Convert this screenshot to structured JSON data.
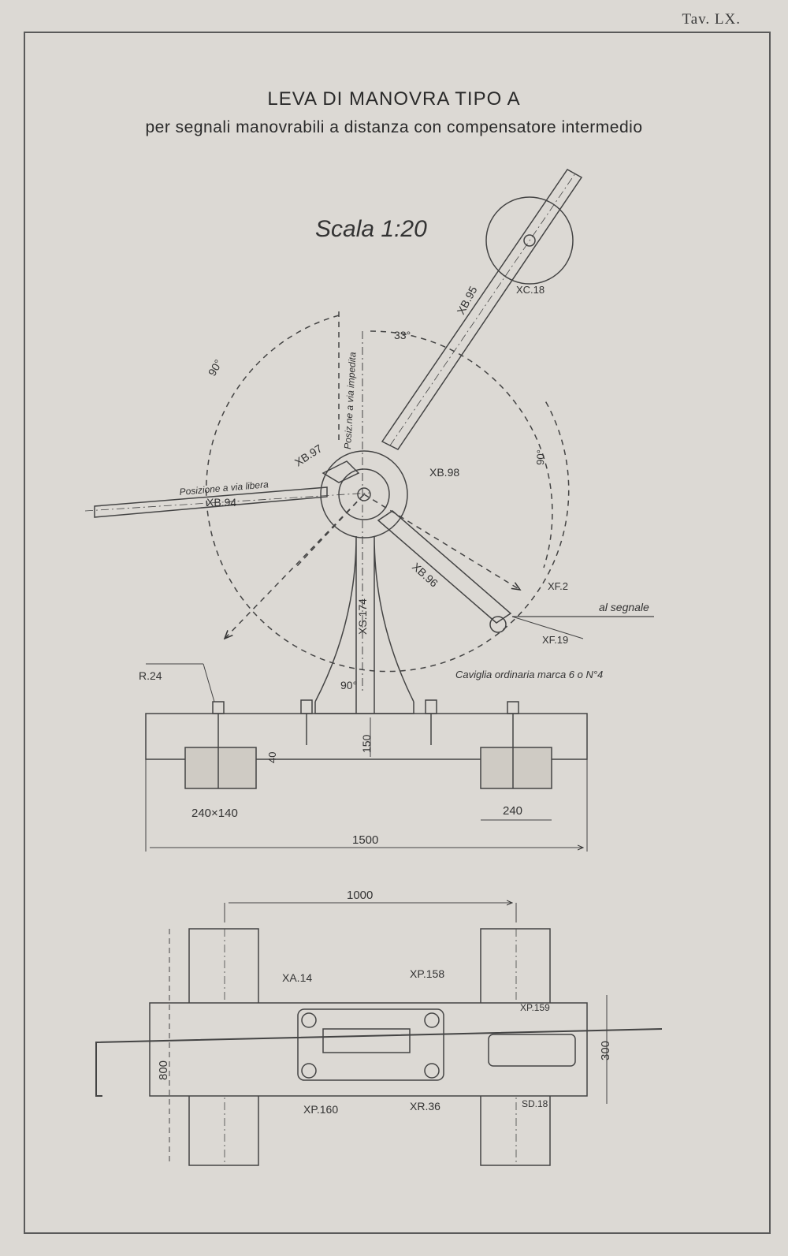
{
  "header": {
    "plate_number": "Tav. LX.",
    "title": "LEVA DI MANOVRA TIPO A",
    "subtitle": "per segnali manovrabili a distanza con compensatore intermedio"
  },
  "drawing": {
    "scale": "Scala 1:20",
    "angles": {
      "a1": "90°",
      "a2": "33°",
      "a3": "90°",
      "a4": "90°"
    },
    "labels": {
      "xc18": "XC.18",
      "xb95": "XB.95",
      "pos_intermedia": "Posiz.ne a via impedita",
      "xb97": "XB.97",
      "xb98": "XB.98",
      "pos_libera": "Posizione a via libera",
      "xb94": "XB.94",
      "xs174": "XS.174",
      "xb96": "XB.96",
      "xf2": "XF.2",
      "al_segnale": "al segnale",
      "xf19": "XF.19",
      "r24": "R.24",
      "caviglia": "Caviglia ordinaria marca 6 o N°4",
      "xa14": "XA.14",
      "xp158": "XP.158",
      "xp159": "XP.159",
      "xp160": "XP.160",
      "xr36": "XR.36",
      "sd18": "SD.18"
    },
    "dimensions": {
      "d150": "150",
      "d40": "40",
      "d240x140": "240×140",
      "d240": "240",
      "d1500": "1500",
      "d1000": "1000",
      "d800": "800",
      "d300": "300"
    }
  }
}
